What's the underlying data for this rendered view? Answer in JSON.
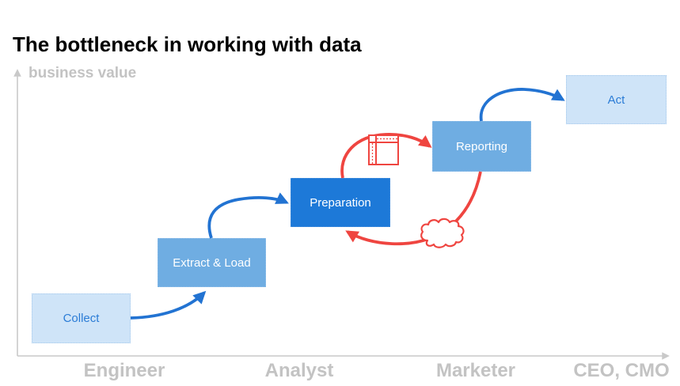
{
  "title": "The bottleneck in working with data",
  "axes": {
    "y_label": "business value",
    "x_categories": [
      "Engineer",
      "Analyst",
      "Marketer",
      "CEO, CMO"
    ]
  },
  "nodes": [
    {
      "id": "collect",
      "label": "Collect",
      "tone": "light"
    },
    {
      "id": "extract-load",
      "label": "Extract & Load",
      "tone": "medium"
    },
    {
      "id": "preparation",
      "label": "Preparation",
      "tone": "dark"
    },
    {
      "id": "reporting",
      "label": "Reporting",
      "tone": "medium"
    },
    {
      "id": "act",
      "label": "Act",
      "tone": "light"
    }
  ],
  "edges": [
    {
      "from": "Collect",
      "to": "Extract & Load",
      "color": "#2273d2"
    },
    {
      "from": "Extract & Load",
      "to": "Preparation",
      "color": "#2273d2"
    },
    {
      "from": "Preparation",
      "to": "Reporting",
      "color": "#ef4540",
      "via": "spreadsheet-icon"
    },
    {
      "from": "Reporting",
      "to": "Preparation",
      "color": "#ef4540",
      "via": "cloud-icon"
    },
    {
      "from": "Reporting",
      "to": "Act",
      "color": "#2273d2"
    }
  ],
  "icons": [
    {
      "name": "spreadsheet-icon",
      "color": "#ef4540"
    },
    {
      "name": "cloud-icon",
      "color": "#ef4540"
    }
  ],
  "colors": {
    "arrow_blue": "#2273d2",
    "arrow_red": "#ef4540",
    "box_light": "#cfe4f8",
    "box_medium": "#6fade2",
    "box_dark": "#1d79d8",
    "box_light_text": "#2b7cd6",
    "axis_gray": "#c9c9c9",
    "label_gray": "#c3c3c3",
    "title_color": "#000000",
    "icon_fill": "#ffffff"
  }
}
